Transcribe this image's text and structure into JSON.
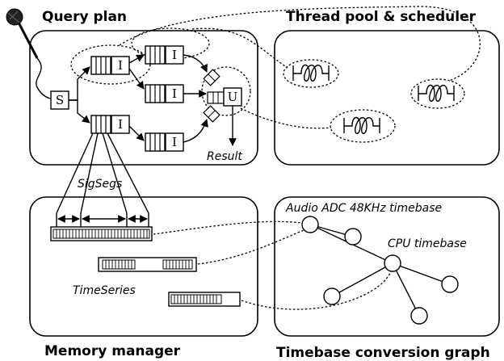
{
  "panels": {
    "query_plan": "Query plan",
    "thread_pool": "Thread pool & scheduler",
    "memory_manager": "Memory manager",
    "timebase_graph": "Timebase conversion graph"
  },
  "labels": {
    "source": "S",
    "iterate": "I",
    "union": "U",
    "result": "Result",
    "sigsegs": "SigSegs",
    "timeseries": "TimeSeries",
    "audio_timebase": "Audio ADC 48KHz timebase",
    "cpu_timebase": "CPU timebase"
  },
  "icons": {
    "microphone": "microphone-icon",
    "thread": "thread-coil-icon"
  }
}
